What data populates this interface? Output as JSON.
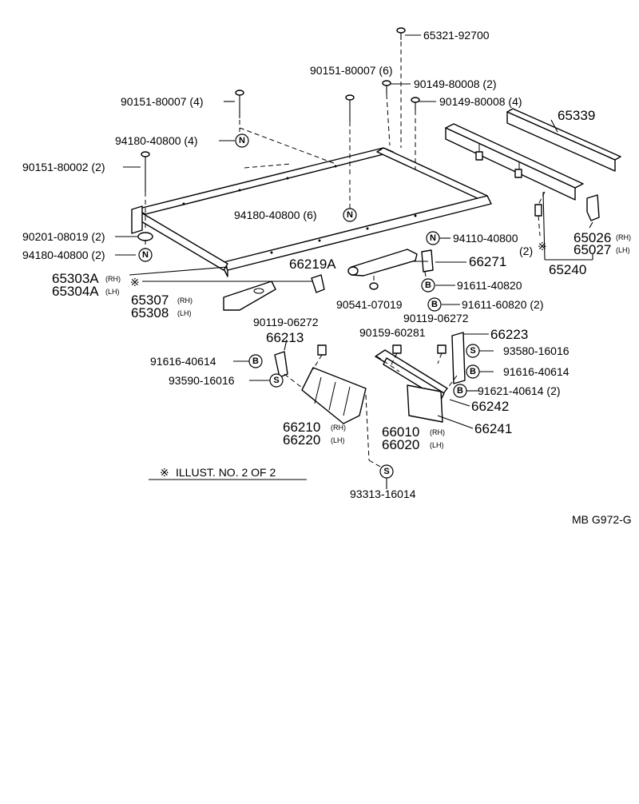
{
  "labels": {
    "p65321": "65321-92700",
    "p90151a": "90151-80007 (6)",
    "p90149a": "90149-80008 (2)",
    "p90149b": "90149-80008 (4)",
    "p90151b": "90151-80007 (4)",
    "p65339": "65339",
    "p94180a": "94180-40800 (4)",
    "p90151c": "90151-80002 (2)",
    "p94180b": "94180-40800 (6)",
    "p90201": "90201-08019 (2)",
    "p94180c": "94180-40800 (2)",
    "p94110": "94110-40800",
    "p94110q": "(2)",
    "p65026": "65026",
    "p65026s": "(RH)",
    "p65027": "65027",
    "p65027s": "(LH)",
    "p66219": "66219A",
    "p66271": "66271",
    "p65240": "65240",
    "p65303": "65303A",
    "p65303s": "(RH)",
    "p65304": "65304A",
    "p65304s": "(LH)",
    "p91611a": "91611-40820",
    "p65307": "65307",
    "p65307s": "(RH)",
    "p65308": "65308",
    "p65308s": "(LH)",
    "p90541": "90541-07019",
    "p91611b": "91611-60820 (2)",
    "p90119a": "90119-06272",
    "p90119b": "90119-06272",
    "p90159": "90159-60281",
    "p66223": "66223",
    "p66213": "66213",
    "p93580": "93580-16016",
    "p91616a": "91616-40614",
    "p91616b": "91616-40614",
    "p93590": "93590-16016",
    "p91621": "91621-40614 (2)",
    "p66242": "66242",
    "p66210": "66210",
    "p66210s": "(RH)",
    "p66220": "66220",
    "p66220s": "(LH)",
    "p66010": "66010",
    "p66010s": "(RH)",
    "p66020": "66020",
    "p66020s": "(LH)",
    "p66241": "66241",
    "p93313": "93313-16014",
    "illust": "ILLUST. NO. 2 OF 2",
    "code": "MB G972-G"
  },
  "badges": {
    "nut": "N",
    "bolt": "B",
    "screw": "S"
  },
  "symbols": {
    "kome": "※"
  }
}
